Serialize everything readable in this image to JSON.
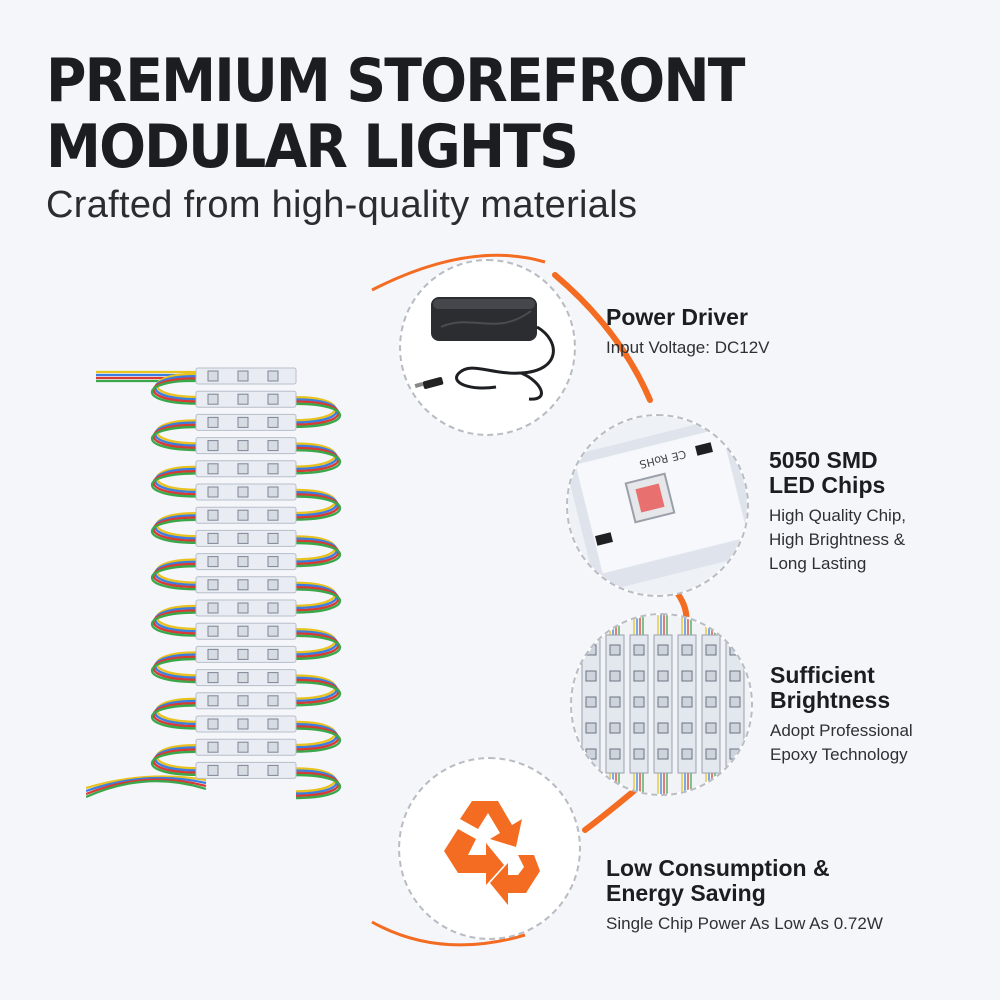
{
  "header": {
    "title_line1": "PREMIUM STOREFRONT",
    "title_line2": "MODULAR LIGHTS",
    "subtitle": "Crafted from high-quality materials"
  },
  "features": {
    "power": {
      "title": "Power Driver",
      "desc": "Input Voltage: DC12V"
    },
    "chips": {
      "title_line1": "5050 SMD",
      "title_line2": "LED Chips",
      "desc_line1": "High Quality Chip,",
      "desc_line2": "High Brightness &",
      "desc_line3": "Long Lasting",
      "chip_marking_ce": "CE",
      "chip_marking_rohs": "RoHS"
    },
    "brightness": {
      "title_line1": "Sufficient",
      "title_line2": "Brightness",
      "desc_line1": "Adopt Professional",
      "desc_line2": "Epoxy Technology"
    },
    "energy": {
      "title_line1": "Low Consumption &",
      "title_line2": "Energy Saving",
      "desc": "Single Chip Power As Low As 0.72W"
    }
  },
  "colors": {
    "accent": "#f36c21",
    "title": "#1c1d20",
    "background": "#f4f6fa"
  },
  "icons": {
    "power": "power-adapter-icon",
    "chip": "led-chip-icon",
    "modules": "led-modules-icon",
    "energy": "recycle-icon"
  }
}
